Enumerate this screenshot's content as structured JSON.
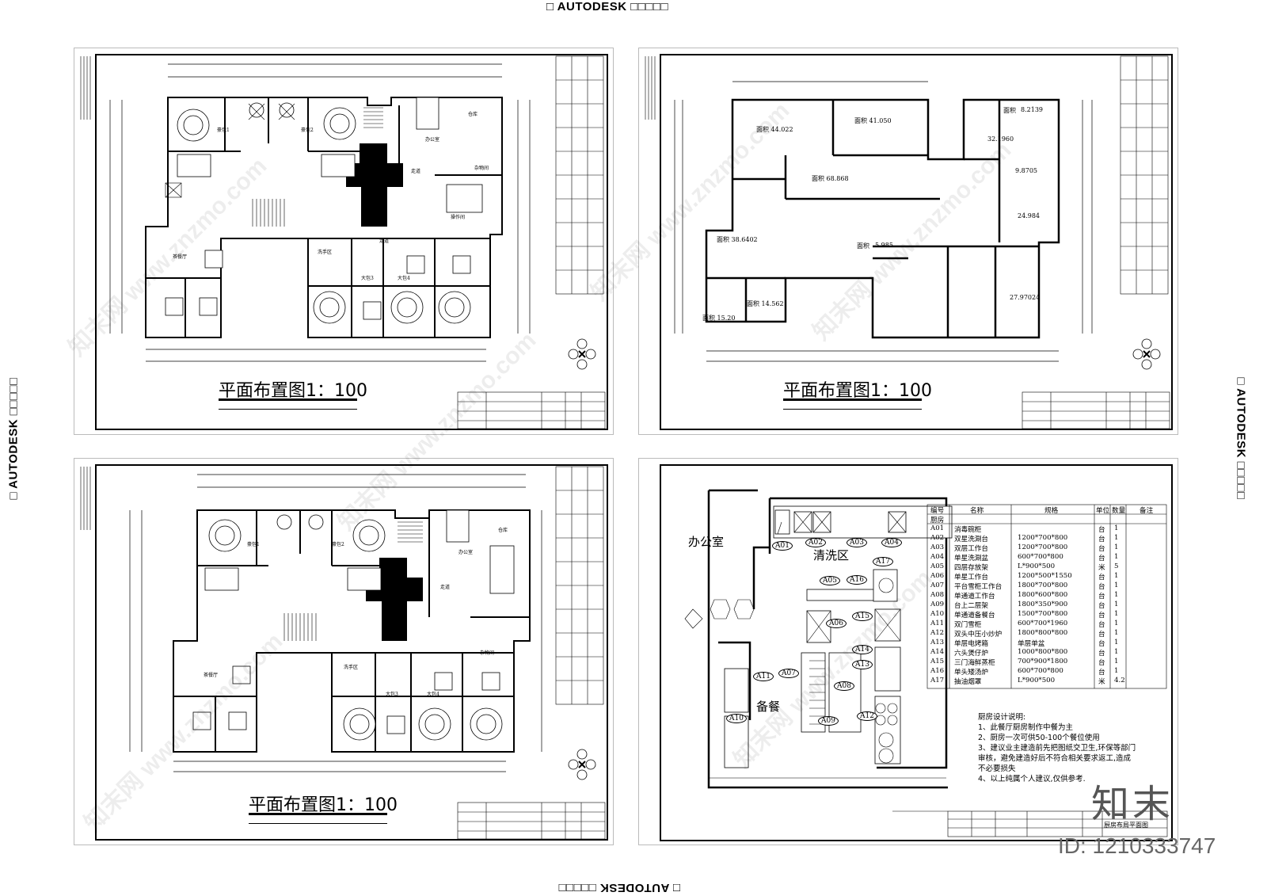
{
  "banners": {
    "top": "□ AUTODESK □□□□□",
    "bottom": "□ AUTODESK □□□□□",
    "left": "□ AUTODESK □□□□□",
    "right": "□ AUTODESK □□□□□"
  },
  "sheets": [
    {
      "title": "平面布置图1：100"
    },
    {
      "title": "平面布置图1：100"
    },
    {
      "title": "平面布置图1：100"
    }
  ],
  "plan_labels": {
    "room1": "豪包1",
    "room2": "豪包2",
    "office": "办公室",
    "warehouse": "仓库",
    "corridor": "走道",
    "ops": "操作间",
    "storage": "杂物间",
    "tea": "茶餐厅",
    "wash": "洗手区",
    "hall3": "大包3",
    "hall4": "大包4"
  },
  "area_plan": {
    "areas": [
      "面积 44.022",
      "面积 41.050",
      "面积 68.868",
      "面积 38.6402",
      "面积 14.562",
      "面积 15.20",
      "面积",
      "8.2139",
      "32.1960",
      "9.8705",
      "24.984",
      "面积",
      "5.985",
      "27.97024"
    ]
  },
  "kitchen": {
    "zone_office": "办公室",
    "zone_wash": "清洗区",
    "zone_prep": "备餐",
    "tags": [
      "A01",
      "A02",
      "A03",
      "A04",
      "A05",
      "A06",
      "A07",
      "A08",
      "A09",
      "A10",
      "A11",
      "A12",
      "A13",
      "A14",
      "A15",
      "A16",
      "A17"
    ],
    "table": {
      "headers": [
        "编号",
        "名称",
        "规格",
        "单位",
        "数量",
        "备注"
      ],
      "section": "厨房",
      "rows": [
        [
          "A01",
          "消毒碗柜",
          "",
          "台",
          "1"
        ],
        [
          "A02",
          "双星洗涮台",
          "1200*700*800",
          "台",
          "1"
        ],
        [
          "A03",
          "双层工作台",
          "1200*700*800",
          "台",
          "1"
        ],
        [
          "A04",
          "单星洗涮盆",
          "600*700*800",
          "台",
          "1"
        ],
        [
          "A05",
          "四层存放架",
          "L*900*500",
          "米",
          "5"
        ],
        [
          "A06",
          "单星工作台",
          "1200*500*1550",
          "台",
          "1"
        ],
        [
          "A07",
          "平台雪柜工作台",
          "1800*700*800",
          "台",
          "1"
        ],
        [
          "A08",
          "单通道工作台",
          "1800*600*800",
          "台",
          "1"
        ],
        [
          "A09",
          "台上二层架",
          "1800*350*900",
          "台",
          "1"
        ],
        [
          "A10",
          "单通道备餐台",
          "1500*700*800",
          "台",
          "1"
        ],
        [
          "A11",
          "双门雪柜",
          "600*700*1960",
          "台",
          "1"
        ],
        [
          "A12",
          "双头中压小炒炉",
          "1800*800*800",
          "台",
          "1"
        ],
        [
          "A13",
          "单层电烤箱",
          "单层单盆",
          "台",
          "1"
        ],
        [
          "A14",
          "六头煲仔炉",
          "1000*800*800",
          "台",
          "1"
        ],
        [
          "A15",
          "三门海鲜蒸柜",
          "700*900*1800",
          "台",
          "1"
        ],
        [
          "A16",
          "单头矮汤炉",
          "600*700*800",
          "台",
          "1"
        ],
        [
          "A17",
          "抽油烟罩",
          "L*900*500",
          "米",
          "4.2"
        ]
      ]
    },
    "notes": [
      "厨房设计说明:",
      "1、此餐厅厨房制作中餐为主",
      "2、厨房一次可供50-100个餐位使用",
      "3、建议业主建造前先把图纸交卫生,环保等部门",
      "审核，避免建造好后不符合相关要求返工,造成",
      "不必要损失",
      "4、以上纯属个人建议,仅供参考."
    ],
    "sheet_name": "厨房布局平面图"
  },
  "footer": {
    "id": "ID: 1210333747",
    "logo": "知末"
  }
}
